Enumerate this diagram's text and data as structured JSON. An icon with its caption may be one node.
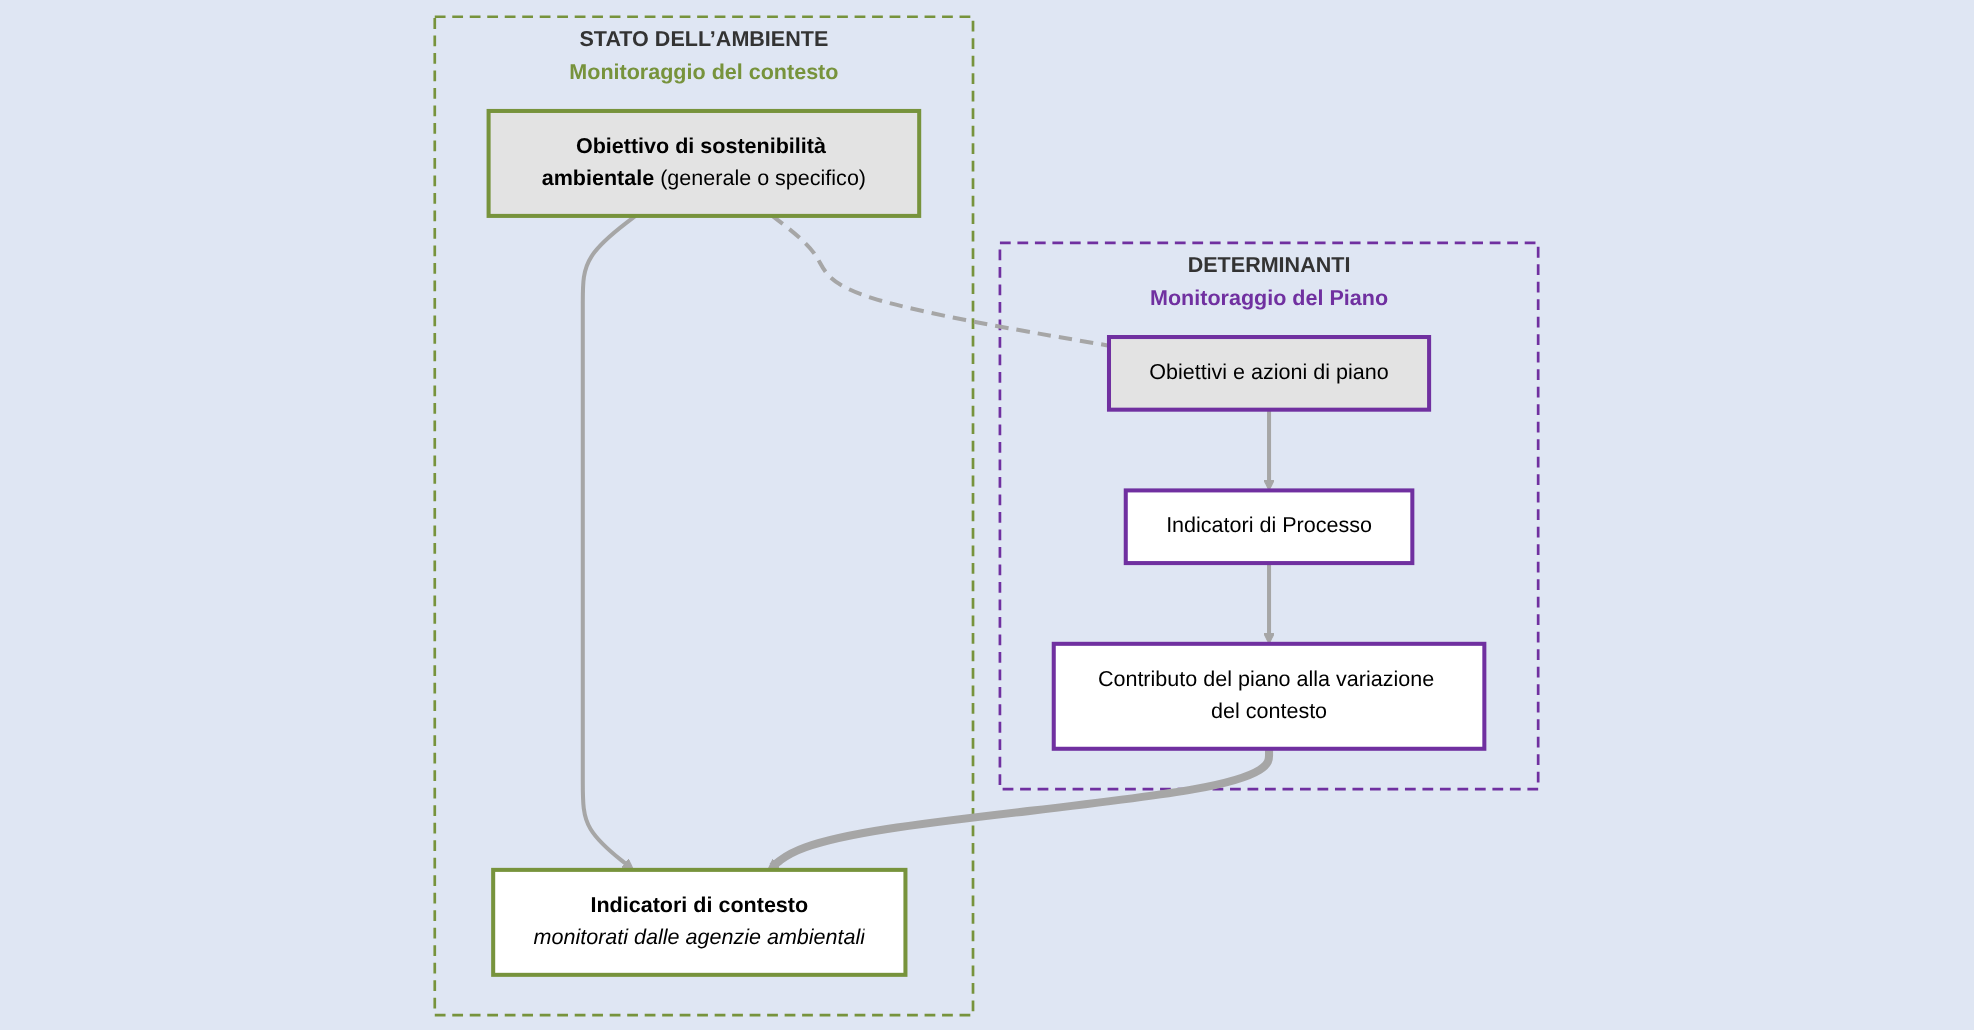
{
  "diagram": {
    "nodes": [
      {
        "text": [
          "STATO DELL’AMBIENTE",
          "Monitoraggio del contesto"
        ]
      },
      {
        "text": [
          "**Obiettivo di sostenibilità ambientale** (generale o specifico)"
        ],
        "in": 0
      },
      {
        "text": [
          "Indicatori di contesto",
          "monitorati dalle agenzie ambientali"
        ],
        "in": 0
      },
      {
        "text": [
          "DETERMINANTI",
          "Monitoraggio del Piano"
        ]
      },
      {
        "text": [
          "Obiettivi e azioni di piano"
        ],
        "in": 3
      },
      {
        "text": [
          "Indicatori di Processo"
        ],
        "in": 3
      },
      {
        "text": [
          "Contributo del piano alla variazione del contesto"
        ],
        "in": 3
      }
    ],
    "edges": [
      {
        "from": 1,
        "to": 2,
        "arrow": "to"
      },
      {
        "from": 1,
        "to": 4,
        "arrow": "none",
        "style": "dashed"
      },
      {
        "from": 4,
        "to": 5,
        "arrow": "to"
      },
      {
        "from": 5,
        "to": 6,
        "arrow": "to"
      },
      {
        "from": 6,
        "to": 2,
        "arrow": "to",
        "style": "thick"
      }
    ]
  }
}
